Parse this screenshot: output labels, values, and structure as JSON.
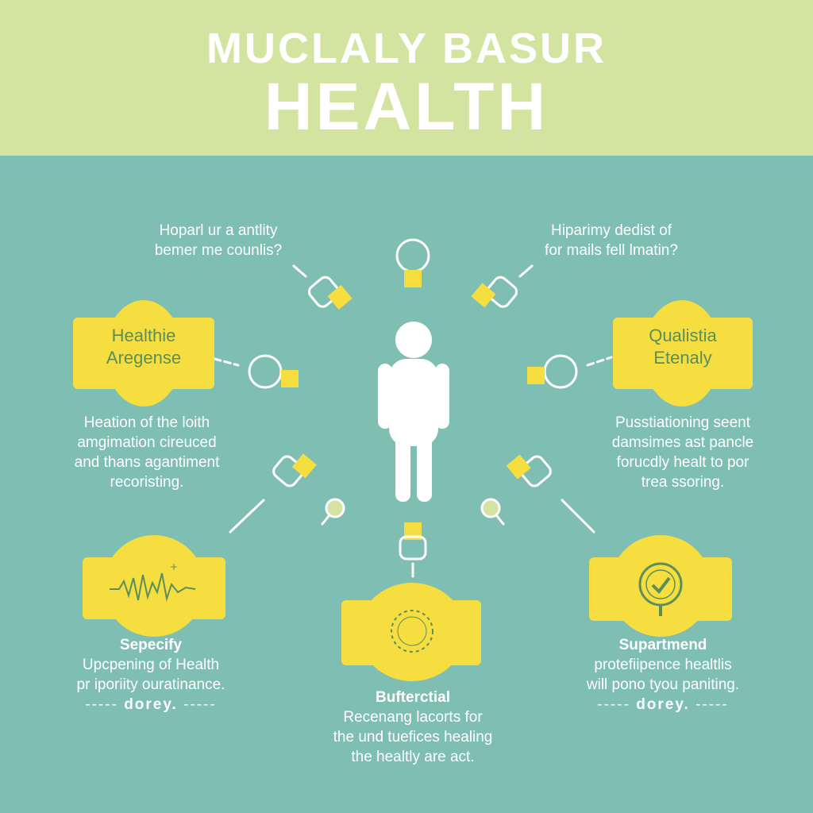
{
  "header": {
    "title_line1": "MUCLALY BASUR",
    "title_line2": "HEALTH"
  },
  "questions": {
    "left": [
      "Hoparl ur a antlity",
      "bemer me counlis?"
    ],
    "right": [
      "Hiparimy dedist of",
      "for mails fell lmatin?"
    ]
  },
  "cards": {
    "left": [
      "Healthie",
      "Aregense"
    ],
    "right": [
      "Qualistia",
      "Etenaly"
    ]
  },
  "descriptions": {
    "left": [
      "Heation of the loith",
      "amgimation cireuced",
      "and thans agantiment",
      "recoristing."
    ],
    "right": [
      "Pusstiationing seent",
      "damsimes ast pancle",
      "forucdly healt to por",
      "trea ssoring."
    ]
  },
  "bottom": {
    "left": {
      "heading": "Sepecify",
      "lines": [
        "Upcpening of Health",
        "pr iporiity ouratinance."
      ],
      "footer": "dorey."
    },
    "center": {
      "heading": "Bufterctial",
      "lines": [
        "Recenang lacorts for",
        "the und tuefices healing",
        "the healtly are act."
      ]
    },
    "right": {
      "heading": "Supartmend",
      "lines": [
        "protefiipence healtlis",
        "will pono tyou paniting."
      ],
      "footer": "dorey."
    }
  },
  "icons": [
    "person-icon",
    "lock-icon",
    "heartbeat-icon",
    "clock-icon",
    "checkmark-badge-icon",
    "magnifier-icon"
  ],
  "colors": {
    "header_bg": "#d3e4a1",
    "main_bg": "#7fbfb3",
    "accent_yellow": "#f6dd40",
    "card_text": "#5a8f5a"
  }
}
